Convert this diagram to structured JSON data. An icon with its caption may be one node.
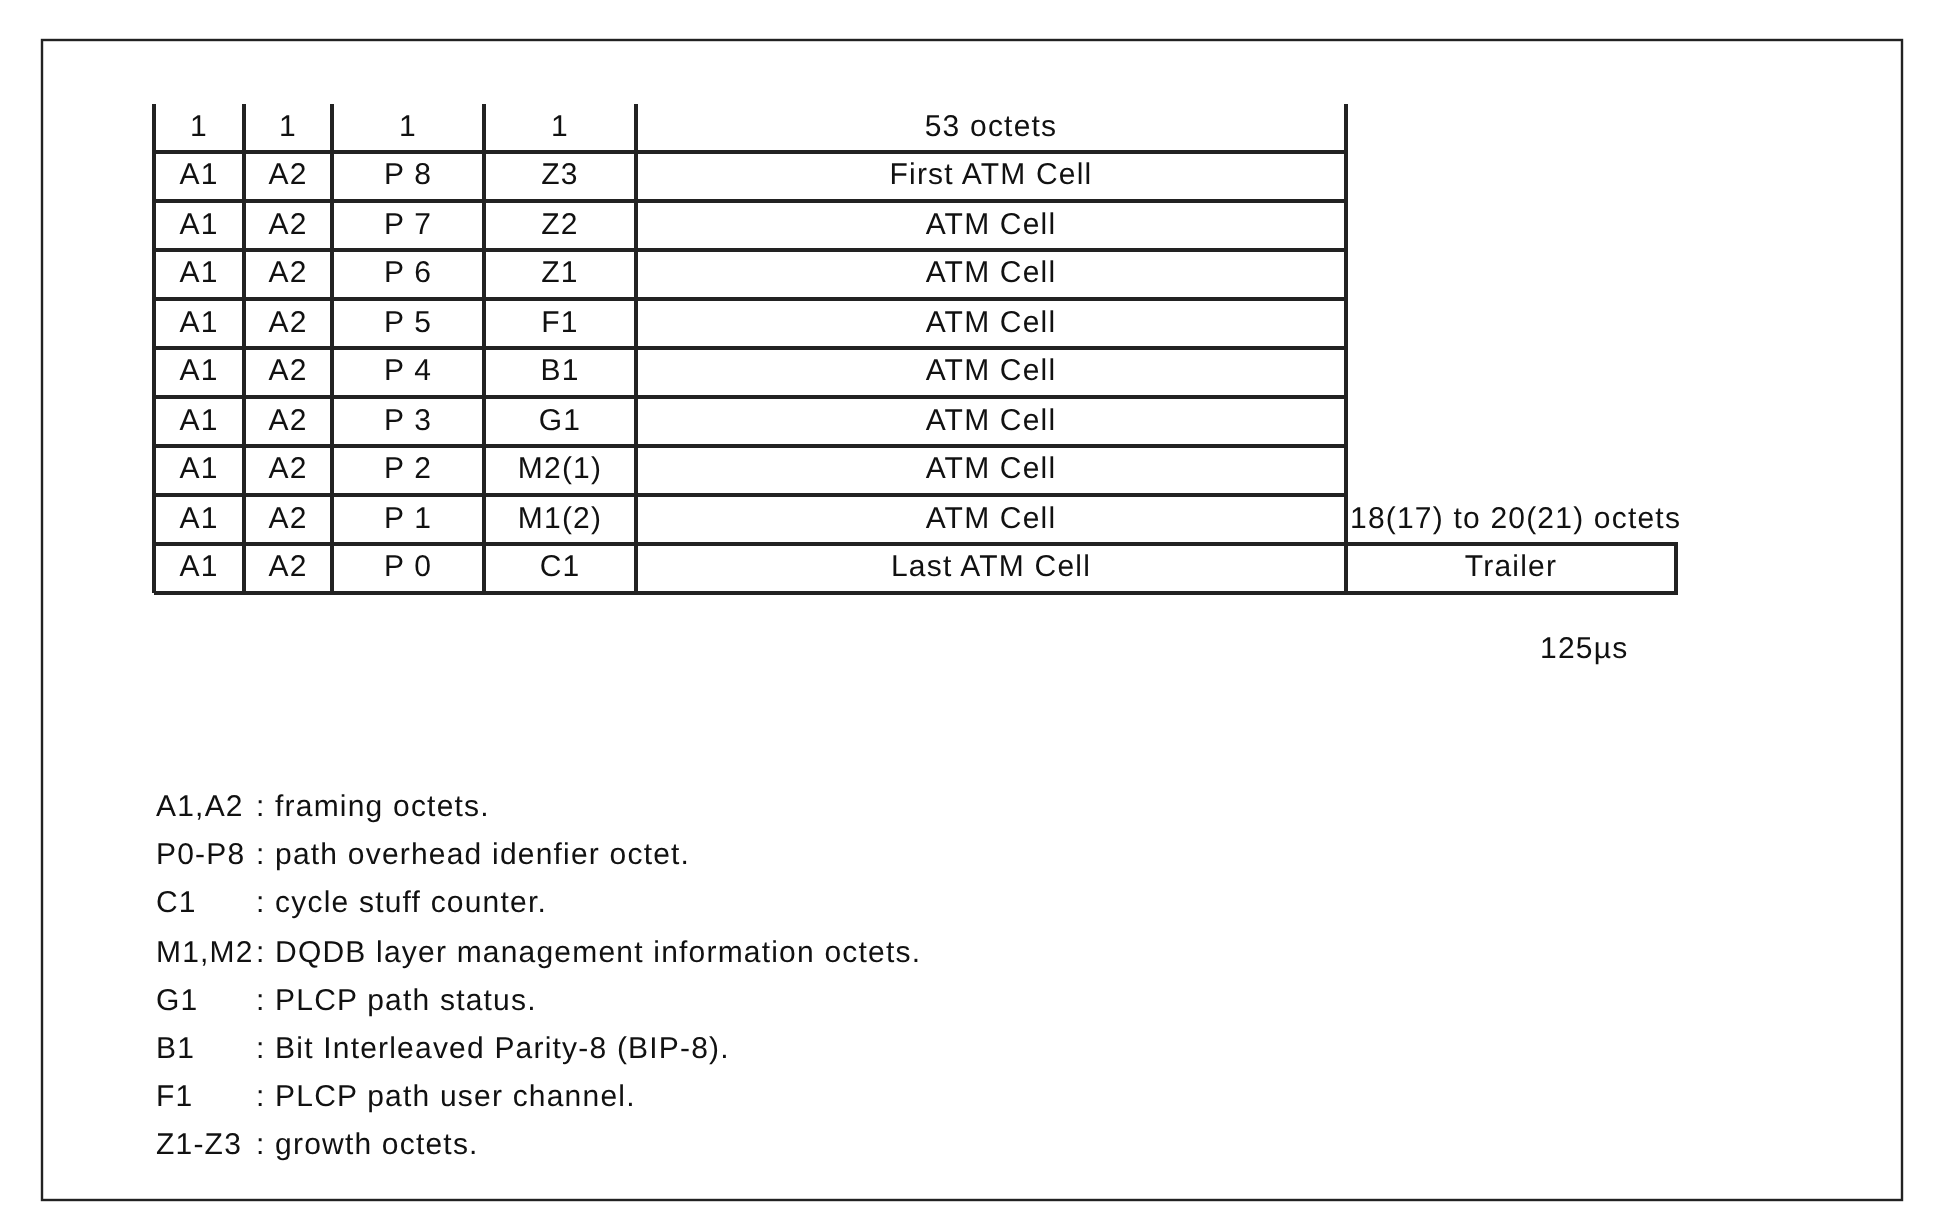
{
  "diagram": {
    "labels": [
      "1",
      "1",
      "1",
      "1",
      "53 octets",
      "A1",
      "A2",
      "P 8",
      "Z3",
      "First ATM Cell",
      "A1",
      "A2",
      "P 7",
      "Z2",
      "ATM Cell",
      "A1",
      "A2",
      "P 6",
      "Z1",
      "ATM Cell",
      "A1",
      "A2",
      "P 5",
      "F1",
      "ATM Cell",
      "A1",
      "A2",
      "P 4",
      "B1",
      "ATM Cell",
      "A1",
      "A2",
      "P 3",
      "G1",
      "ATM Cell",
      "A1",
      "A2",
      "P 2",
      "M2(1)",
      "ATM Cell",
      "A1",
      "A2",
      "P 1",
      "M1(2)",
      "ATM Cell",
      "A1",
      "A2",
      "P 0",
      "C1",
      "Last ATM Cell",
      "18(17) to 20(21) octets",
      "Trailer",
      "125µs",
      "A1,A2",
      ": framing octets.",
      "P0-P8",
      ": path overhead idenfier octet.",
      "C1",
      ": cycle stuff counter.",
      "M1,M2",
      ": DQDB layer management information octets.",
      "G1",
      ": PLCP path status.",
      "B1",
      ": Bit Interleaved Parity-8 (BIP-8).",
      "F1",
      ": PLCP path user channel.",
      "Z1-Z3",
      ": growth octets."
    ]
  }
}
